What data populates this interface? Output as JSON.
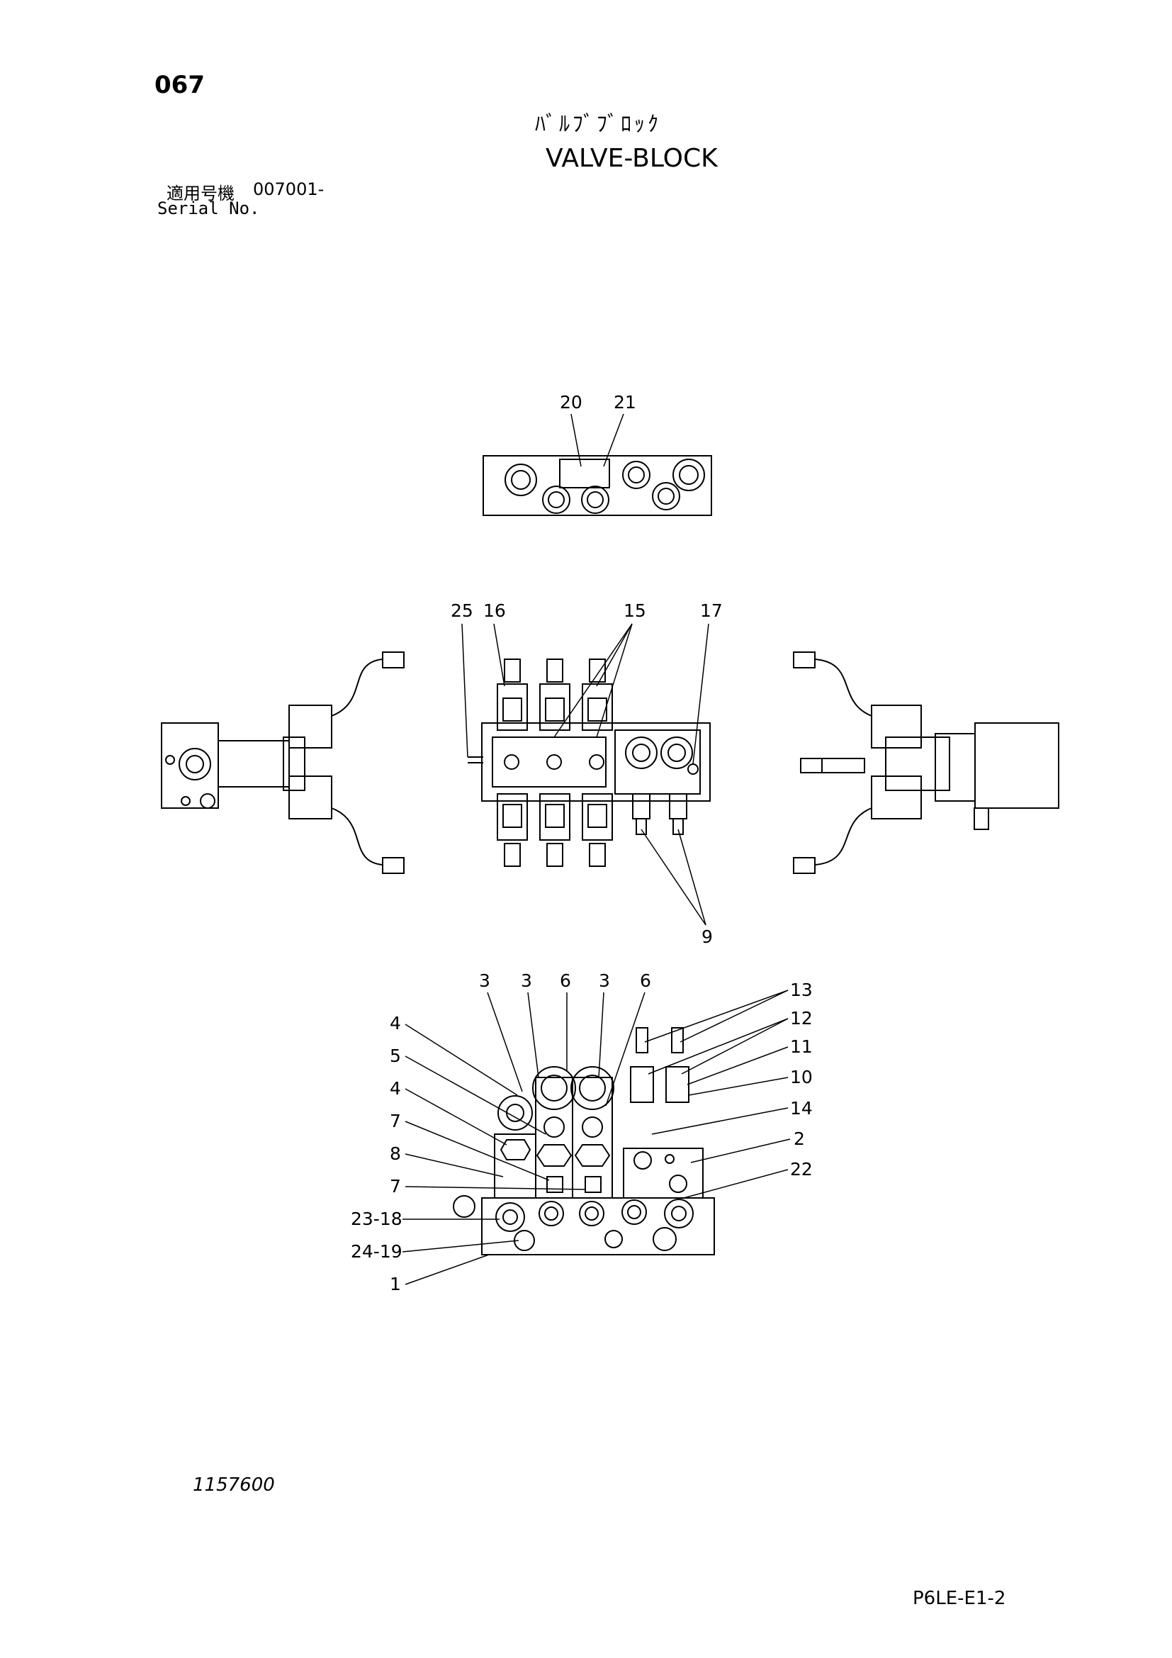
{
  "header": {
    "page_number": "067",
    "title_jp": "ﾊﾞﾙﾌﾞﾌﾞﾛｯｸ",
    "title_en": "VALVE-BLOCK",
    "serial_label_jp": "適用号機",
    "serial_value": "007001-",
    "serial_label_en": "Serial No."
  },
  "footer": {
    "drawing_number": "1157600",
    "sheet_code": "P6LE-E1-2"
  },
  "callouts": {
    "top_view": [
      "20",
      "21"
    ],
    "middle_view": [
      "25",
      "16",
      "15",
      "17",
      "9"
    ],
    "front_view_top": [
      "3",
      "3",
      "6",
      "3",
      "6"
    ],
    "front_view_left": [
      "4",
      "5",
      "4",
      "7",
      "8",
      "7",
      "23-18",
      "24-19",
      "1"
    ],
    "front_view_right": [
      "13",
      "12",
      "11",
      "10",
      "14",
      "2",
      "22"
    ]
  }
}
